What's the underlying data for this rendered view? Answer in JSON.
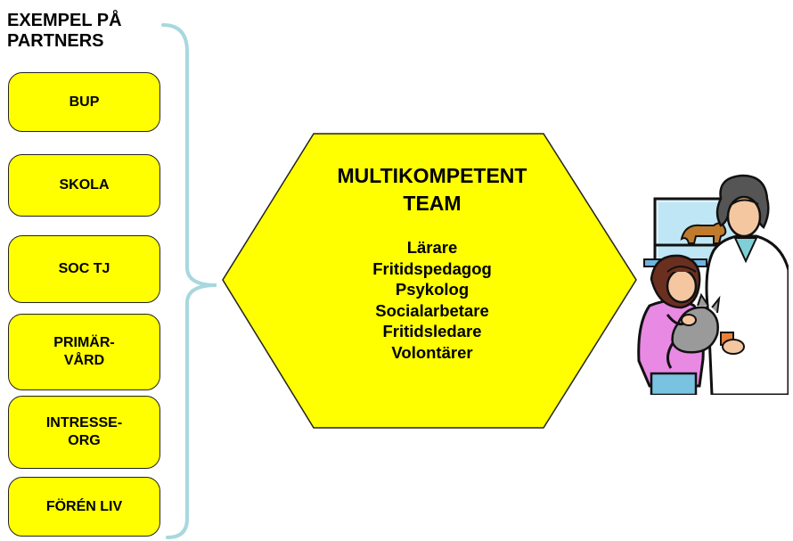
{
  "partners": {
    "heading_lines": [
      "EXEMPEL PÅ",
      "PARTNERS"
    ],
    "items": [
      {
        "lines": [
          "BUP"
        ]
      },
      {
        "lines": [
          "SKOLA"
        ]
      },
      {
        "lines": [
          "SOC TJ"
        ]
      },
      {
        "lines": [
          "PRIMÄR-",
          "VÅRD"
        ]
      },
      {
        "lines": [
          "INTRESSE-",
          "ORG"
        ]
      },
      {
        "lines": [
          "FÖRÉN LIV"
        ]
      }
    ]
  },
  "team": {
    "title_lines": [
      "MULTIKOMPETENT",
      "TEAM"
    ],
    "members": [
      "Lärare",
      "Fritidspedagog",
      "Psykolog",
      "Socialarbetare",
      "Fritidsledare",
      "Volontärer"
    ]
  },
  "colors": {
    "box_fill": "#ffff00",
    "hexagon_fill": "#ffff00",
    "brace": "#a8d8de",
    "outline": "#222222"
  },
  "illustration": {
    "icon": "veterinarian-with-girl-and-cat-clipart"
  }
}
